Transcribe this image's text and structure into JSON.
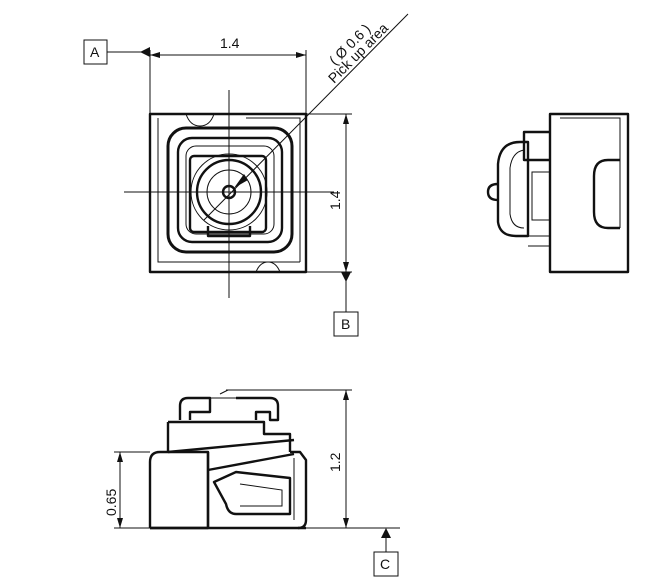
{
  "datums": {
    "a": "A",
    "b": "B",
    "c": "C"
  },
  "dimensions": {
    "top_width": "1.4",
    "top_height": "1.4",
    "side_height": "1.2",
    "side_body_height": "0.65",
    "pickup_diameter": "( Ø 0.6 )",
    "pickup_label": "Pick up area"
  },
  "colors": {
    "line": "#111111",
    "background": "#ffffff"
  }
}
